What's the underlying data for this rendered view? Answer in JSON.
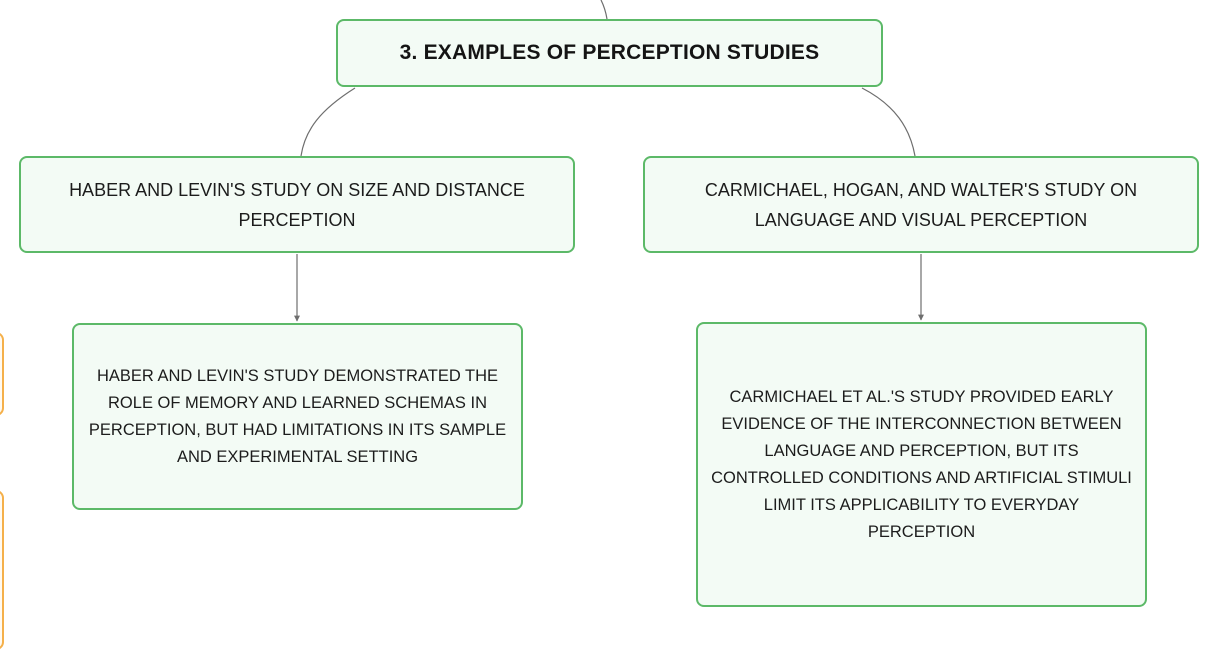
{
  "diagram": {
    "root": {
      "label": "3. EXAMPLES OF PERCEPTION STUDIES"
    },
    "branches": [
      {
        "label": "HABER AND LEVIN'S STUDY ON SIZE AND DISTANCE PERCEPTION",
        "child": {
          "label": "HABER AND LEVIN'S STUDY DEMONSTRATED THE ROLE OF MEMORY AND LEARNED SCHEMAS IN PERCEPTION, BUT HAD LIMITATIONS IN ITS SAMPLE AND EXPERIMENTAL SETTING"
        }
      },
      {
        "label": "CARMICHAEL, HOGAN, AND WALTER'S STUDY ON LANGUAGE AND VISUAL PERCEPTION",
        "child": {
          "label": "CARMICHAEL ET AL.'S STUDY PROVIDED EARLY EVIDENCE OF THE INTERCONNECTION BETWEEN LANGUAGE AND PERCEPTION, BUT ITS CONTROLLED CONDITIONS AND ARTIFICIAL STIMULI LIMIT ITS APPLICABILITY TO EVERYDAY PERCEPTION"
        }
      }
    ]
  },
  "colors": {
    "node_border": "#5cb968",
    "node_fill": "#f3fbf5",
    "connector": "#6e6e6e",
    "offscreen_border": "#f5b04a"
  }
}
